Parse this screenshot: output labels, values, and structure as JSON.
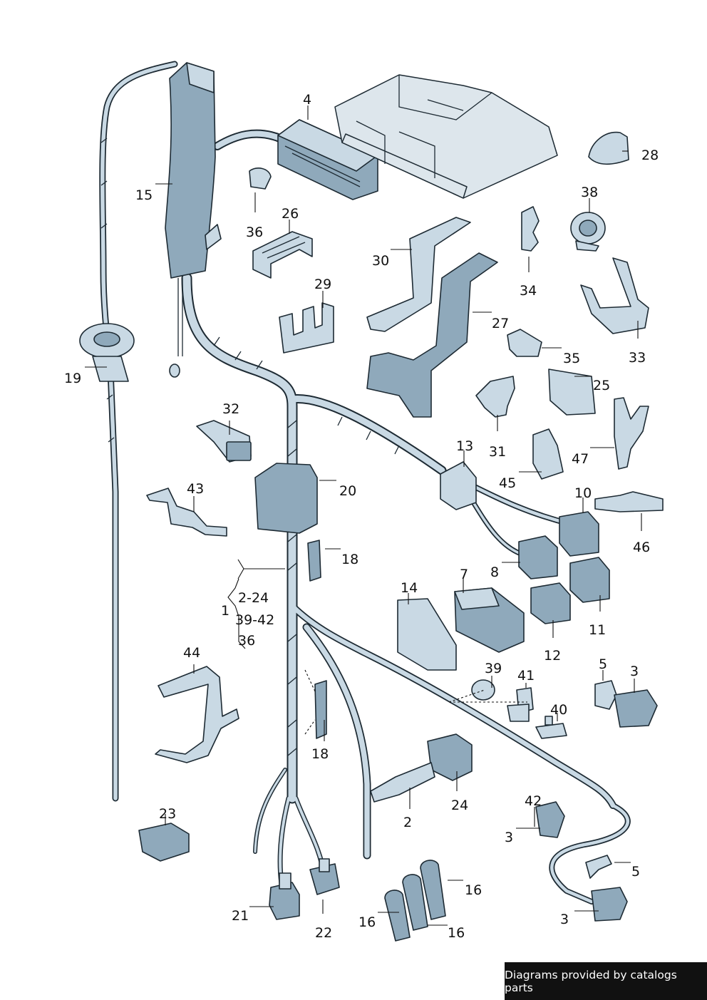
{
  "callouts": {
    "c1": "1",
    "c1_range_a": "2-24",
    "c1_range_b": "39-42",
    "c1_range_c": "36",
    "c2": "2",
    "c3a": "3",
    "c3b": "3",
    "c3c": "3",
    "c4": "4",
    "c5a": "5",
    "c5b": "5",
    "c7": "7",
    "c8": "8",
    "c10": "10",
    "c11": "11",
    "c12": "12",
    "c13": "13",
    "c14": "14",
    "c15": "15",
    "c16a": "16",
    "c16b": "16",
    "c16c": "16",
    "c18a": "18",
    "c18b": "18",
    "c19": "19",
    "c20": "20",
    "c21": "21",
    "c22": "22",
    "c23": "23",
    "c24": "24",
    "c25": "25",
    "c26": "26",
    "c27": "27",
    "c28": "28",
    "c29": "29",
    "c30": "30",
    "c31": "31",
    "c32": "32",
    "c33": "33",
    "c34": "34",
    "c35": "35",
    "c36": "36",
    "c38": "38",
    "c39": "39",
    "c40": "40",
    "c41": "41",
    "c42": "42",
    "c43": "43",
    "c44": "44",
    "c45": "45",
    "c46": "46",
    "c47": "47"
  },
  "footer": {
    "text": "Diagrams provided by catalogs parts"
  },
  "colors": {
    "part_fill": "#c9d9e4",
    "part_dark": "#8fa9bb",
    "outline": "#1d2a33",
    "footer_bg": "#111111"
  }
}
